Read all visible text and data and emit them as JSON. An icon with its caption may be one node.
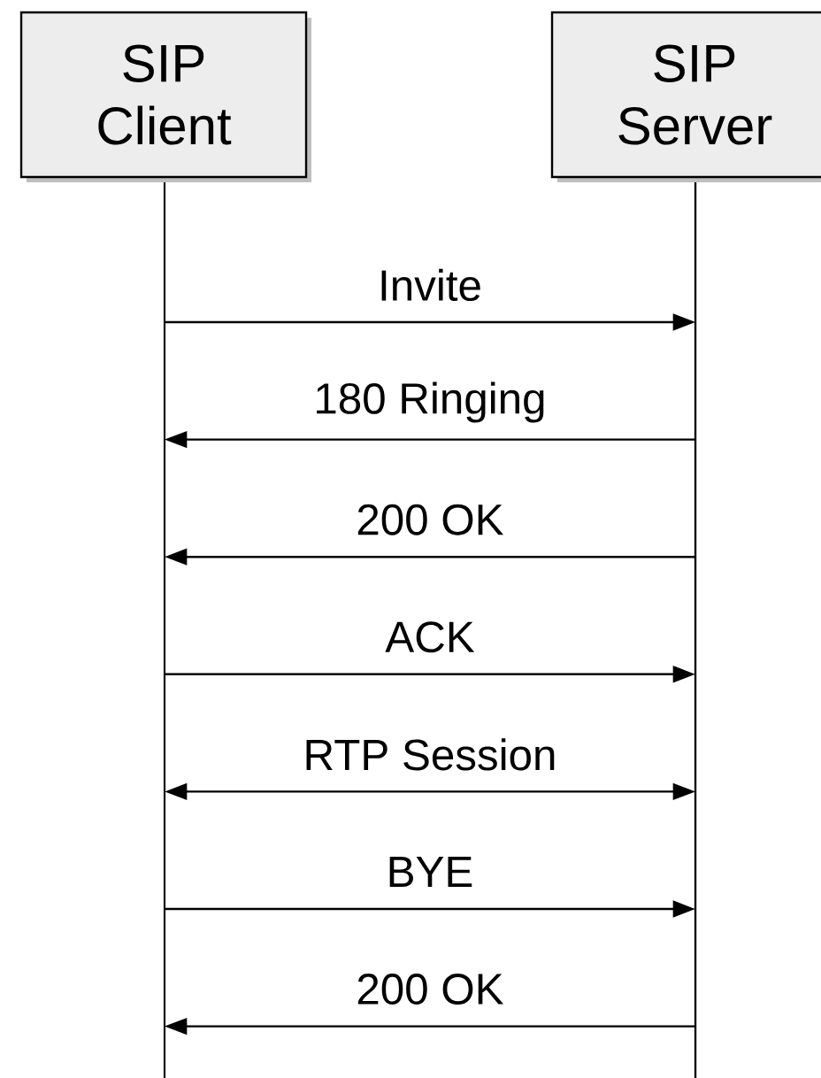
{
  "diagram": {
    "nodes": [
      {
        "text": [
          "SIP Client"
        ]
      },
      {
        "text": [
          "SIP Server"
        ]
      }
    ],
    "edges": [
      {
        "from": 0,
        "to": 1,
        "arrow": "to",
        "label": "Invite"
      },
      {
        "from": 1,
        "to": 0,
        "arrow": "to",
        "label": "180 Ringing"
      },
      {
        "from": 1,
        "to": 0,
        "arrow": "to",
        "label": "200 OK"
      },
      {
        "from": 0,
        "to": 1,
        "arrow": "to",
        "label": "ACK"
      },
      {
        "from": 0,
        "to": 1,
        "arrow": "both",
        "label": "RTP Session"
      },
      {
        "from": 0,
        "to": 1,
        "arrow": "to",
        "label": "BYE"
      },
      {
        "from": 1,
        "to": 0,
        "arrow": "to",
        "label": "200 OK"
      }
    ]
  }
}
